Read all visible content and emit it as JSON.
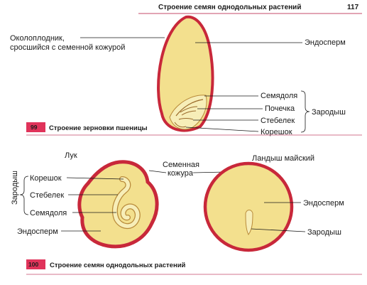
{
  "header": {
    "title": "Строение семян однодольных растений",
    "page_number": "117"
  },
  "figure_99": {
    "number": "99",
    "caption": "Строение зерновки пшеницы",
    "labels": {
      "pericarp_line1": "Околоплодник,",
      "pericarp_line2": "сросшийся с семенной кожурой",
      "endosperm": "Эндосперм",
      "cotyledon": "Семядоля",
      "bud": "Почечка",
      "stem": "Стебелек",
      "root": "Корешок",
      "embryo": "Зародыш"
    }
  },
  "figure_100": {
    "number": "100",
    "caption": "Строение семян однодольных растений",
    "onion": {
      "title": "Лук",
      "embryo_vertical": "Зародыш",
      "root": "Корешок",
      "stem": "Стебелек",
      "cotyledon": "Семядоля",
      "endosperm": "Эндосперм"
    },
    "seed_coat_line1": "Семенная",
    "seed_coat_line2": "кожура",
    "lily": {
      "title": "Ландыш майский",
      "endosperm": "Эндосперм",
      "embryo": "Зародыш"
    }
  },
  "colors": {
    "seed_coat": "#c8283a",
    "endosperm": "#f3e08e",
    "embryo": "#f7eeb8",
    "caption_badge": "#e0335a",
    "rule": "#c4486a"
  }
}
